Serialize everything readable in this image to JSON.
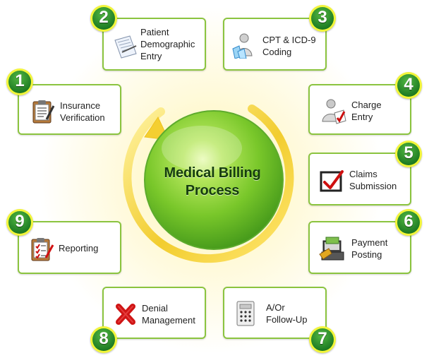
{
  "title": {
    "line1": "Medical Billing",
    "line2": "Process"
  },
  "colors": {
    "box_border": "#8bc43f",
    "badge_green": "#227f25",
    "badge_yellow": "#f2f53a",
    "center_green": "#7cc72c",
    "arc_yellow": "#f5d334"
  },
  "steps": [
    {
      "number": "1",
      "label": "Insurance\nVerification",
      "icon": "clipboard-icon"
    },
    {
      "number": "2",
      "label": "Patient\nDemographic\nEntry",
      "icon": "check-form-icon"
    },
    {
      "number": "3",
      "label": "CPT & ICD-9\nCoding",
      "icon": "person-documents-icon"
    },
    {
      "number": "4",
      "label": "Charge\nEntry",
      "icon": "person-check-icon"
    },
    {
      "number": "5",
      "label": "Claims\nSubmission",
      "icon": "checkbox-icon"
    },
    {
      "number": "6",
      "label": "Payment\nPosting",
      "icon": "money-stack-icon"
    },
    {
      "number": "7",
      "label": "A/Or\nFollow-Up",
      "icon": "phone-icon"
    },
    {
      "number": "8",
      "label": "Denial\nManagement",
      "icon": "red-x-icon"
    },
    {
      "number": "9",
      "label": "Reporting",
      "icon": "report-clipboard-icon"
    }
  ]
}
